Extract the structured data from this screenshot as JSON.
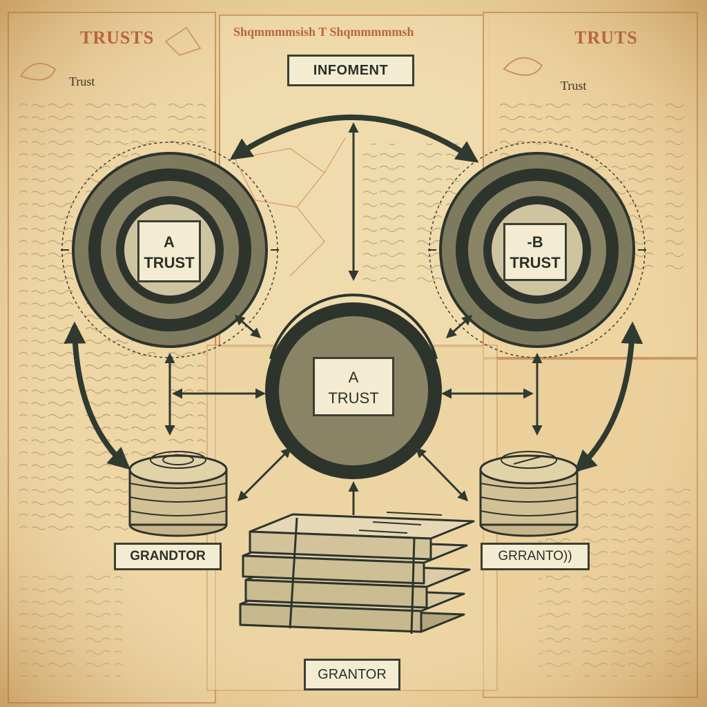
{
  "background": {
    "left_doc_title": "TRUSTS",
    "center_doc_title": "Shqmmmmsish T Shqmmmmmsh",
    "right_doc_title": "TRUTS",
    "left_doc_subtitle": "Trust",
    "right_doc_subtitle": "Trust"
  },
  "header": {
    "label": "INFOMENT"
  },
  "trusts": [
    {
      "line1": "A",
      "line2": "TRUST"
    },
    {
      "line1": "-B",
      "line2": "TRUST"
    },
    {
      "line1": "A",
      "line2": "TRUST"
    }
  ],
  "grantors": {
    "left": "GRANDTOR",
    "right": "GRRANTO))",
    "bottom": "GRANTOR"
  },
  "colors": {
    "parchment": "#e9cf9c",
    "ink": "#2f3a30",
    "ring_outer": "#7d7a5e",
    "ring_dark": "#2d342c",
    "ring_inner": "#8a8466",
    "label_bg": "#f4ecd2",
    "sepia_text": "#b8663a"
  },
  "icons": [
    "coin-stack-icon",
    "document-stack-icon",
    "double-arrow-icon",
    "curved-arrow-icon"
  ]
}
